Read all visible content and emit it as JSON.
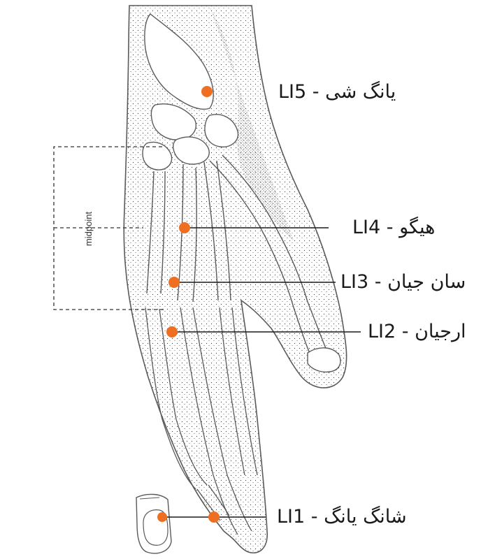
{
  "labels": {
    "li5": "LI5 - یانگ شی",
    "li4": "LI4 - هیگو",
    "li3": "LI3 - سان جیان",
    "li2": "LI2 - ارجیان",
    "li1": "LI1 - شانگ یانگ",
    "midpoint": "midpoint"
  },
  "colors": {
    "point": "#ef6f22",
    "line": "#1a1a1a",
    "sketch": "#5a5a5a",
    "stipple": "#2f2f2f"
  }
}
